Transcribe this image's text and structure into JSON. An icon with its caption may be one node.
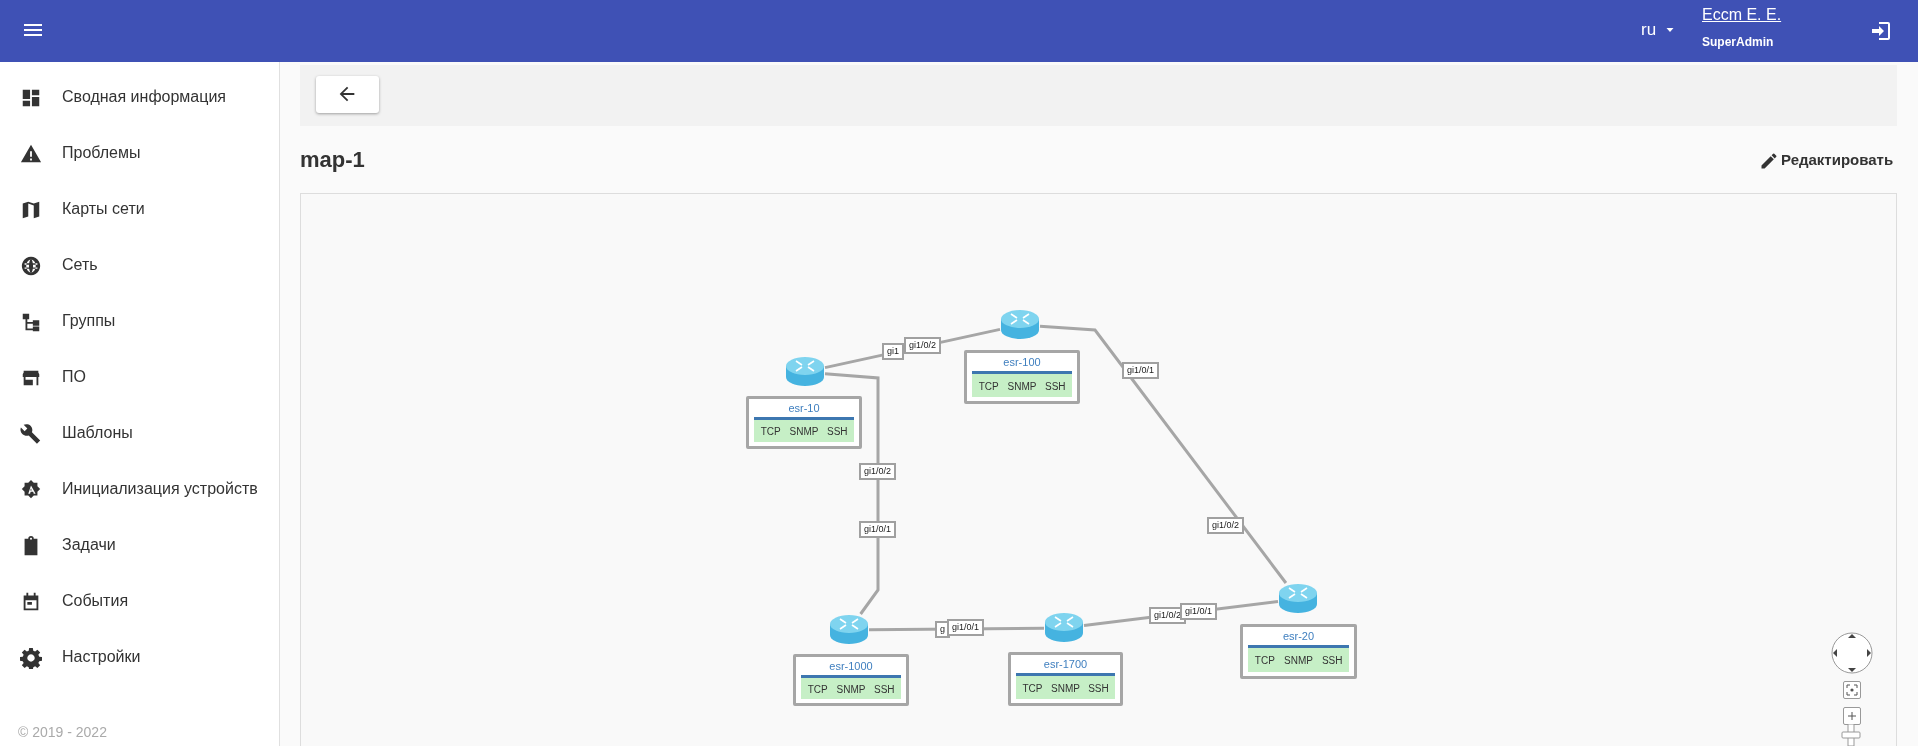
{
  "diagram": {
    "title": "map-1",
    "nodes": [
      {
        "text": [],
        "shape": "cylinder"
      },
      {
        "text": [],
        "shape": "cylinder"
      },
      {
        "text": [],
        "shape": "cylinder"
      },
      {
        "text": [],
        "shape": "cylinder"
      },
      {
        "text": [],
        "shape": "cylinder"
      },
      {
        "text": [
          "esr-10",
          "TCP",
          "SNMP",
          "SSH"
        ]
      },
      {
        "text": [
          "esr-1000",
          "TCP",
          "SNMP",
          "SSH"
        ]
      },
      {
        "text": [
          "esr-100",
          "TCP",
          "SNMP",
          "SSH"
        ]
      },
      {
        "text": [
          "esr-1700",
          "TCP",
          "SNMP",
          "SSH"
        ]
      },
      {
        "text": [
          "esr-20",
          "TCP",
          "SNMP",
          "SSH"
        ]
      }
    ],
    "edges": [
      {
        "from": 0,
        "to": 2,
        "arrow": "none"
      },
      {
        "from": 2,
        "to": 4,
        "arrow": "none"
      },
      {
        "from": 0,
        "to": 1,
        "arrow": "none"
      },
      {
        "from": 1,
        "to": 3,
        "arrow": "none"
      },
      {
        "from": 3,
        "to": 4,
        "arrow": "none"
      }
    ],
    "labels": [
      "ru",
      "Eccm E. E.",
      "SuperAdmin",
      "Сводная информация",
      "Проблемы",
      "Карты сети",
      "Сеть",
      "Группы",
      "ПО",
      "Шаблоны",
      "Инициализация устройств",
      "Задачи",
      "События",
      "Настройки",
      "© 2019 - 2022",
      "Редактировать",
      "gi1",
      "gi1/0/2",
      "gi1/0/1",
      "gi1/0/2",
      "gi1/0/2",
      "gi1/0/1",
      "g",
      "gi1/0/1",
      "gi1/0/2",
      "gi1/0/1"
    ]
  }
}
